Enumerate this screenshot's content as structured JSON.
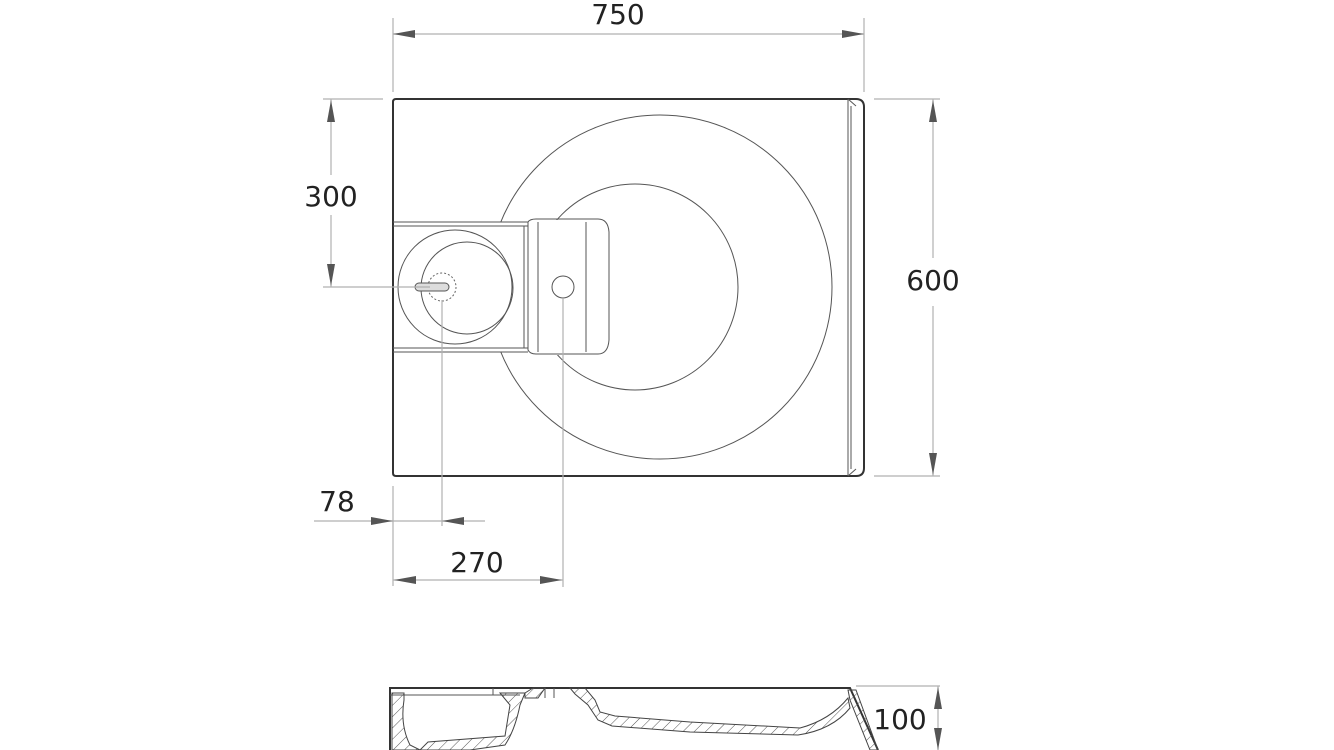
{
  "drawing": {
    "subject": "Washbasin technical drawing",
    "views": [
      "top-view",
      "section-view"
    ],
    "dimensions": {
      "width": "750",
      "depth": "600",
      "tap_offset_from_top": "300",
      "drain_offset_from_left": "78",
      "tap_offset_from_left": "270",
      "height": "100"
    },
    "units": "mm",
    "colors": {
      "outline": "#333333",
      "dimension_line": "#b0b0b0",
      "arrow": "#555555",
      "text": "#222222"
    }
  }
}
